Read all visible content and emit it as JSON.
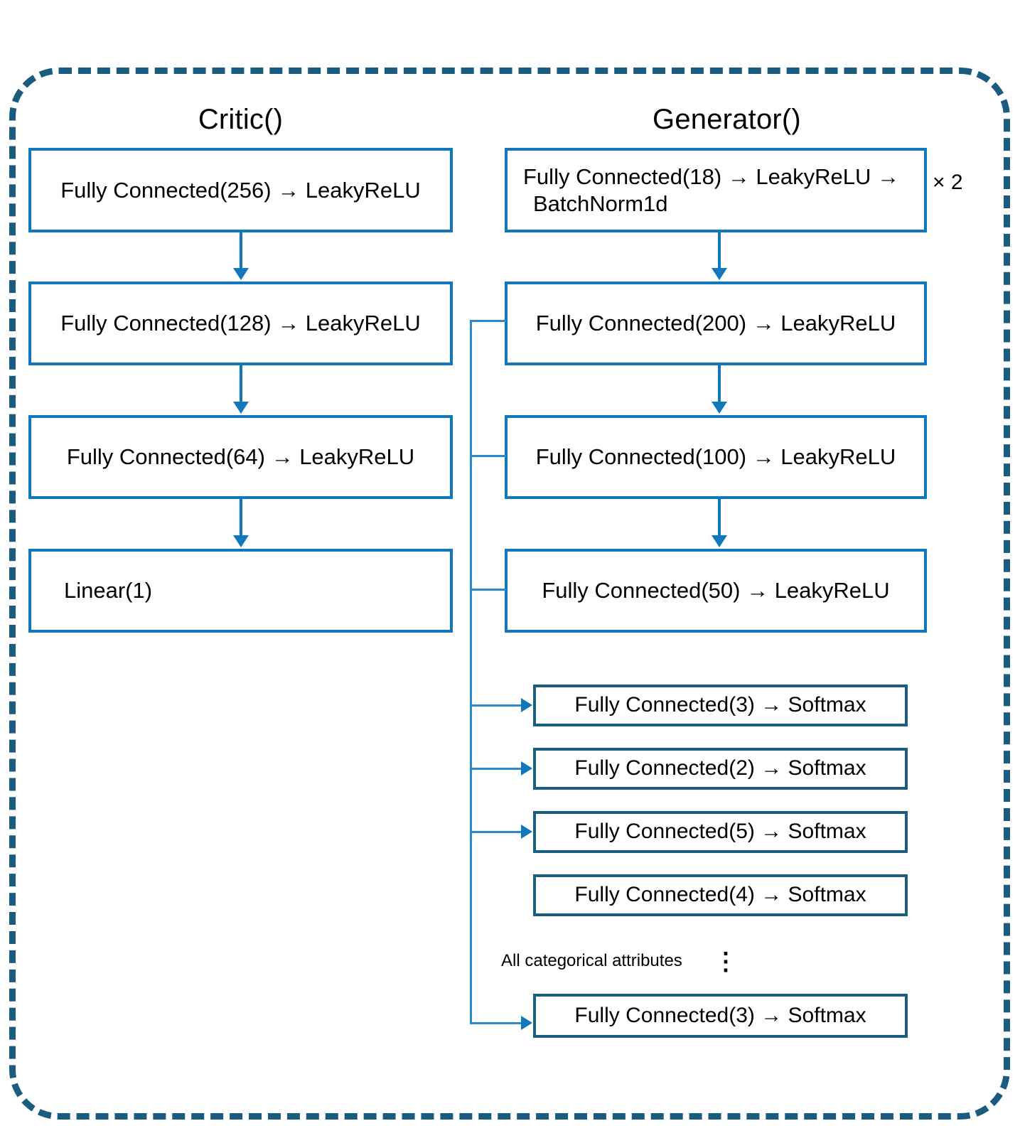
{
  "diagram": {
    "title_left": "Critic()",
    "title_right": "Generator()",
    "repeat_annotation": "× 2",
    "categorical_note": "All categorical attributes",
    "ellipsis_glyph": "⋮",
    "colors": {
      "frame_dashed": "#1A5B80",
      "box_border_primary": "#1278BE",
      "box_border_softmax": "#1B5E80",
      "connector": "#1278BE",
      "text": "#000000",
      "background": "#FFFFFF"
    },
    "critic": {
      "name": "Critic()",
      "layers": [
        {
          "label": "Fully Connected(256) → LeakyReLU"
        },
        {
          "label": "Fully Connected(128) → LeakyReLU"
        },
        {
          "label": "Fully Connected(64) → LeakyReLU"
        },
        {
          "label": "Linear(1)"
        }
      ]
    },
    "generator": {
      "name": "Generator()",
      "layers": [
        {
          "label_line1": "Fully Connected(18) → LeakyReLU →",
          "label_line2": "BatchNorm1d",
          "repeat": "× 2"
        },
        {
          "label": "Fully Connected(200) → LeakyReLU"
        },
        {
          "label": "Fully Connected(100) → LeakyReLU"
        },
        {
          "label": "Fully Connected(50) → LeakyReLU"
        }
      ],
      "heads": [
        {
          "label": "Fully Connected(3) → Softmax"
        },
        {
          "label": "Fully Connected(2) → Softmax"
        },
        {
          "label": "Fully Connected(5) → Softmax"
        },
        {
          "label": "Fully Connected(4) → Softmax"
        },
        {
          "label": "Fully Connected(3) → Softmax"
        }
      ]
    }
  }
}
